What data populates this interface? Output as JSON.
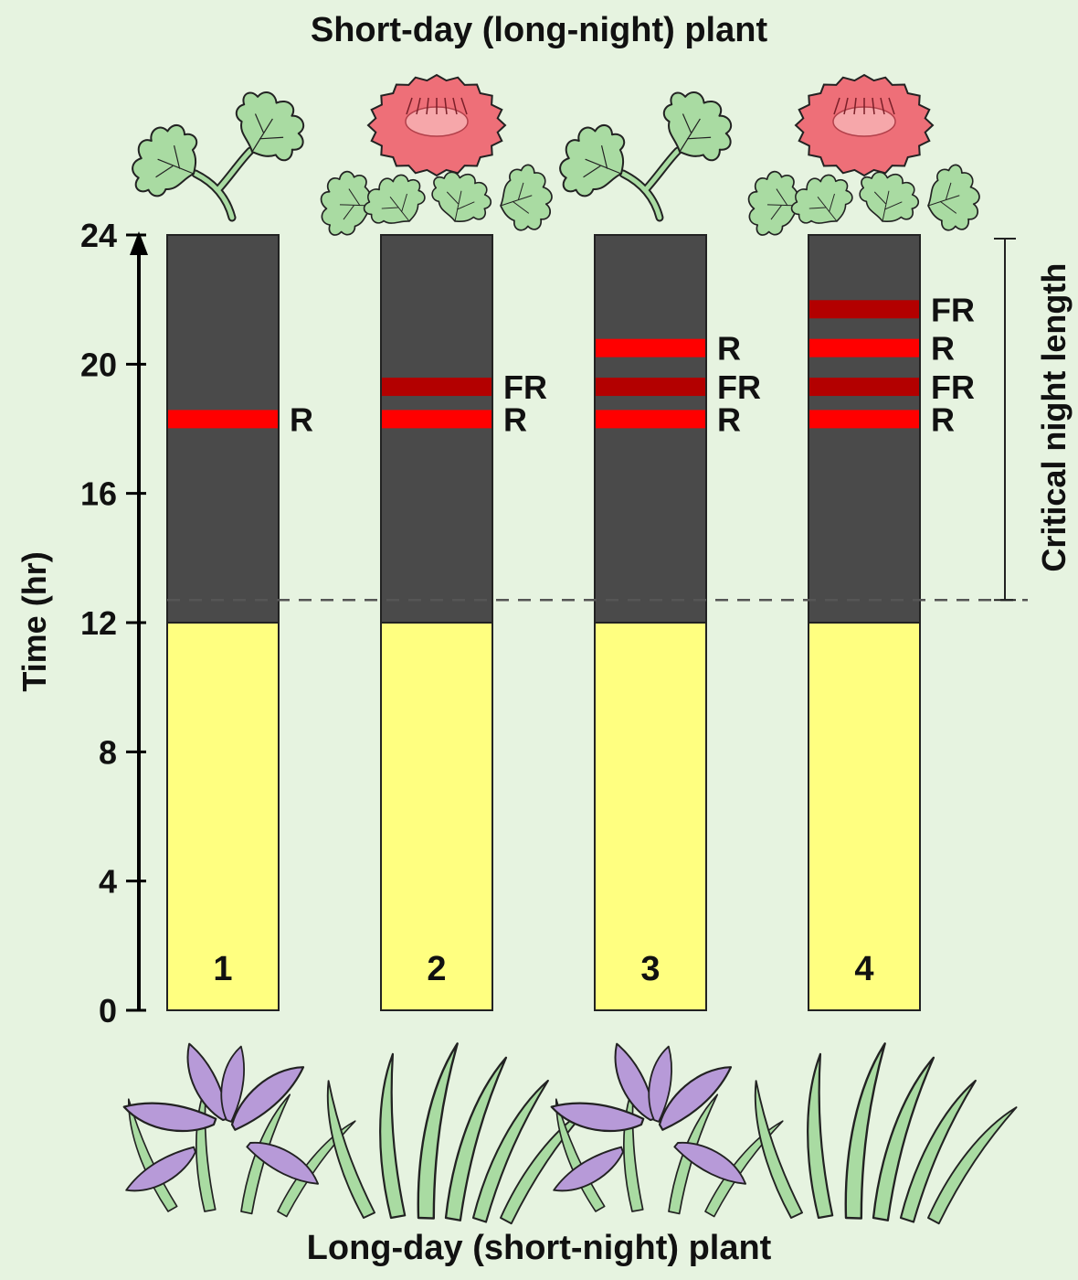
{
  "top_title": "Short-day (long-night) plant",
  "bottom_title": "Long-day (short-night) plant",
  "y_axis": {
    "label": "Time (hr)",
    "ticks": [
      "0",
      "4",
      "8",
      "12",
      "16",
      "20",
      "24"
    ]
  },
  "critical_label": "Critical night length",
  "critical_night_start_hr": 12.7,
  "colors": {
    "day": "#ffff80",
    "night": "#4a4a4a",
    "red_flash": "#ff0000",
    "far_red_flash": "#b30000",
    "background": "#e6f3e0"
  },
  "experiments": [
    {
      "number": "1",
      "day_hr": 12,
      "short_day_plant": "vegetative",
      "long_day_plant": "flowering",
      "flashes": [
        {
          "type": "R",
          "label": "R",
          "hr": 18.3
        }
      ]
    },
    {
      "number": "2",
      "day_hr": 12,
      "short_day_plant": "flowering",
      "long_day_plant": "vegetative",
      "flashes": [
        {
          "type": "R",
          "label": "R",
          "hr": 18.3
        },
        {
          "type": "FR",
          "label": "FR",
          "hr": 19.3
        }
      ]
    },
    {
      "number": "3",
      "day_hr": 12,
      "short_day_plant": "vegetative",
      "long_day_plant": "flowering",
      "flashes": [
        {
          "type": "R",
          "label": "R",
          "hr": 18.3
        },
        {
          "type": "FR",
          "label": "FR",
          "hr": 19.3
        },
        {
          "type": "R",
          "label": "R",
          "hr": 20.5
        }
      ]
    },
    {
      "number": "4",
      "day_hr": 12,
      "short_day_plant": "flowering",
      "long_day_plant": "vegetative",
      "flashes": [
        {
          "type": "R",
          "label": "R",
          "hr": 18.3
        },
        {
          "type": "FR",
          "label": "FR",
          "hr": 19.3
        },
        {
          "type": "R",
          "label": "R",
          "hr": 20.5
        },
        {
          "type": "FR",
          "label": "FR",
          "hr": 21.7
        }
      ]
    }
  ]
}
